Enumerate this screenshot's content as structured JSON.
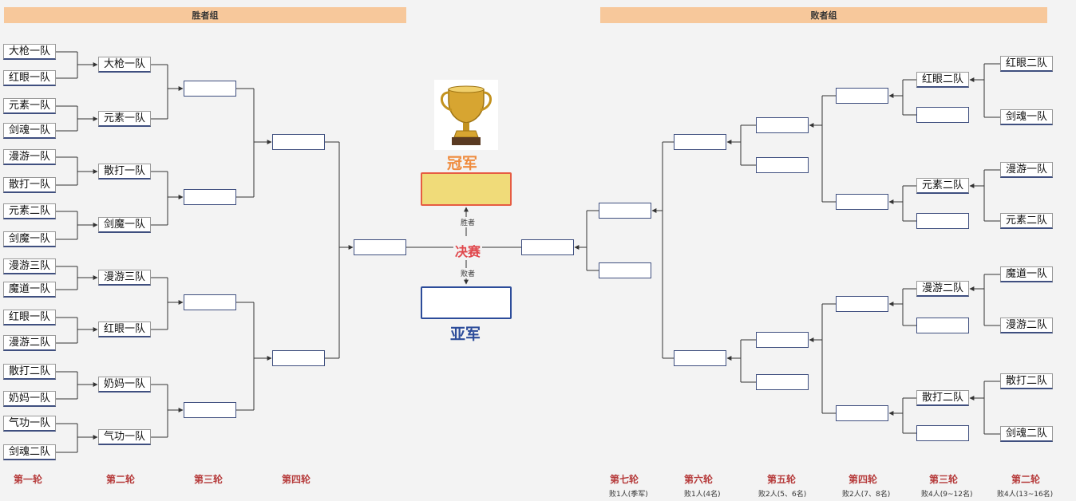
{
  "winners_header": "胜者组",
  "losers_header": "败者组",
  "winners": {
    "r1": [
      "大枪一队",
      "红眼一队",
      "元素一队",
      "剑魂一队",
      "漫游一队",
      "散打一队",
      "元素二队",
      "剑魔一队",
      "漫游三队",
      "魔道一队",
      "红眼一队",
      "漫游二队",
      "散打二队",
      "奶妈一队",
      "气功一队",
      "剑魂二队"
    ],
    "r2": [
      "大枪一队",
      "元素一队",
      "散打一队",
      "剑魔一队",
      "漫游三队",
      "红眼一队",
      "奶妈一队",
      "气功一队"
    ]
  },
  "losers": {
    "r2": [
      "红眼二队",
      "剑魂一队",
      "漫游一队",
      "元素二队",
      "魔道一队",
      "漫游二队",
      "散打二队",
      "剑魂二队"
    ],
    "r3": [
      "红眼二队",
      "元素二队",
      "漫游二队",
      "散打二队"
    ]
  },
  "center": {
    "champion": "冠军",
    "final": "决赛",
    "winner": "胜者",
    "loser": "败者",
    "runner_up": "亚军"
  },
  "rounds_left": [
    "第一轮",
    "第二轮",
    "第三轮",
    "第四轮"
  ],
  "rounds_right": [
    {
      "label": "第七轮",
      "sub": "败1人(季军)"
    },
    {
      "label": "第六轮",
      "sub": "败1人(4名)"
    },
    {
      "label": "第五轮",
      "sub": "败2人(5、6名)"
    },
    {
      "label": "第四轮",
      "sub": "败2人(7、8名)"
    },
    {
      "label": "第三轮",
      "sub": "败4人(9~12名)"
    },
    {
      "label": "第二轮",
      "sub": "败4人(13~16名)"
    }
  ]
}
